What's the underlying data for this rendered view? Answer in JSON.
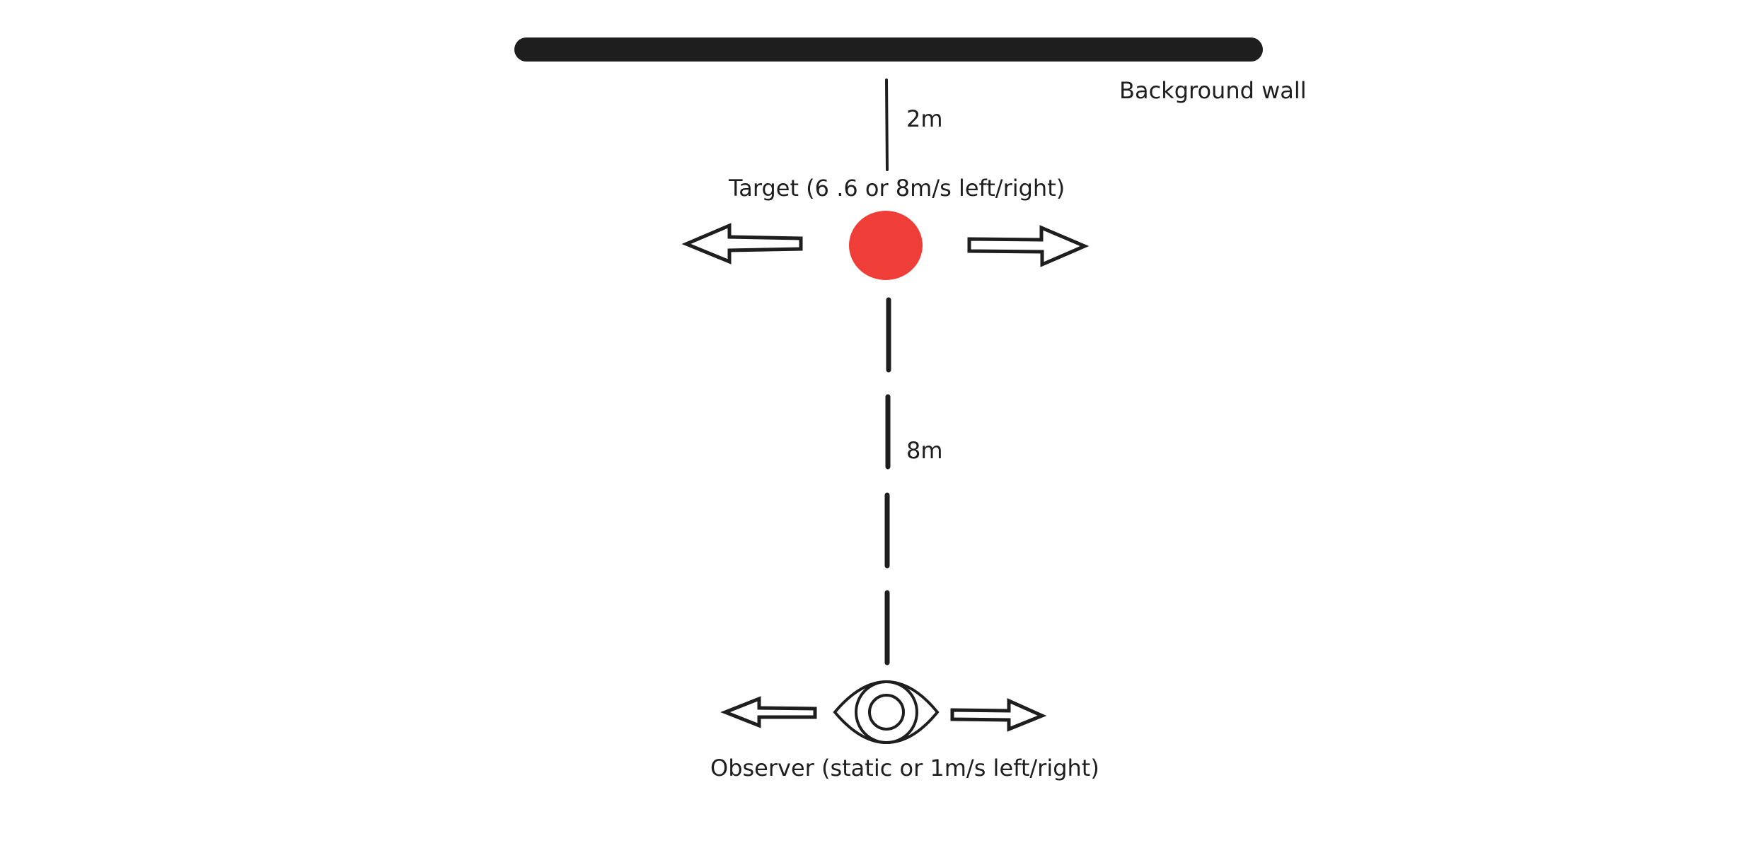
{
  "labels": {
    "wall": "Background wall",
    "wall_to_target": "2m",
    "target": "Target (6 .6 or 8m/s left/right)",
    "target_to_observer": "8m",
    "observer": "Observer (static or 1m/s left/right)"
  },
  "colors": {
    "stroke": "#1e1e1e",
    "wall": "#1e1e1e",
    "target": "#ef3e37",
    "background": "#ffffff"
  },
  "icons": {
    "target": "red-dot",
    "observer": "eye-icon",
    "motion": "arrow-left / arrow-right"
  }
}
